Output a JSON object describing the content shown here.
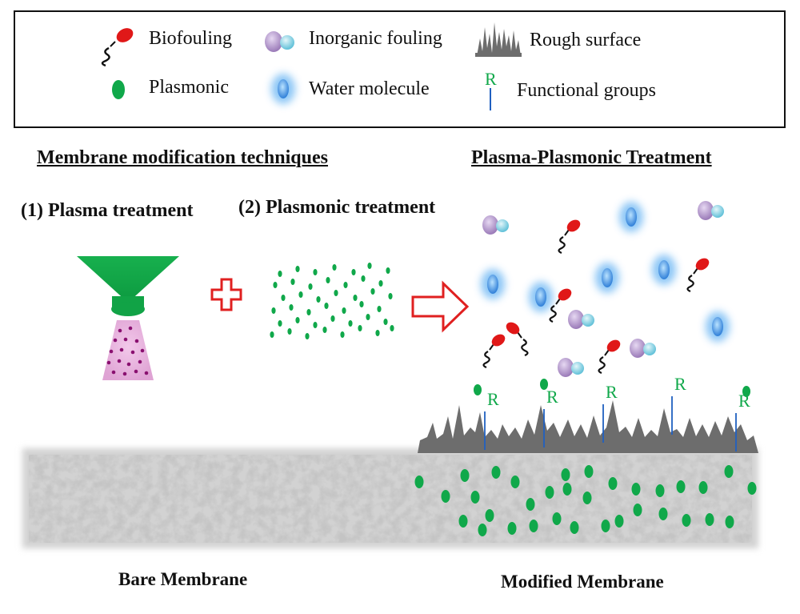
{
  "legend": {
    "items": [
      {
        "label": "Biofouling",
        "icon": "biofouling-icon"
      },
      {
        "label": "Inorganic fouling",
        "icon": "inorganic-fouling-icon"
      },
      {
        "label": "Rough surface",
        "icon": "rough-surface-icon"
      },
      {
        "label": "Plasmonic",
        "icon": "plasmonic-particle-icon"
      },
      {
        "label": "Water molecule",
        "icon": "water-molecule-icon"
      },
      {
        "label": "Functional groups",
        "icon": "functional-group-icon"
      }
    ],
    "functional_group_symbol": "R"
  },
  "left": {
    "heading": "Membrane modification techniques",
    "step1": "(1) Plasma treatment",
    "step2": "(2) Plasmonic treatment"
  },
  "right": {
    "heading": "Plasma-Plasmonic Treatment"
  },
  "captions": {
    "bare": "Bare Membrane",
    "modified": "Modified Membrane"
  },
  "colors": {
    "plasmonic_green": "#10a84a",
    "biofouling_red": "#e01818",
    "arrow_red": "#e02020",
    "plasma_pink": "#e8b0dc",
    "plasma_dot": "#8a1070",
    "rough_gray": "#666666",
    "functional_blue": "#2060c0",
    "water_blue": "#3a8fe0"
  }
}
